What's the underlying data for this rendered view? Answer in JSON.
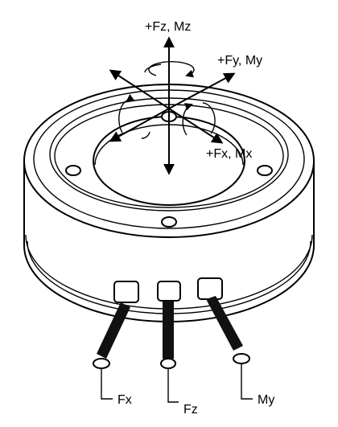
{
  "diagram": {
    "axis_labels": {
      "z": "+Fz, Mz",
      "y": "+Fy, My",
      "x": "+Fx, Mx"
    },
    "cable_labels": [
      "Fx",
      "Fz",
      "My"
    ],
    "colors": {
      "line": "#000000",
      "fill": "#ffffff",
      "cable": "#111111"
    }
  }
}
